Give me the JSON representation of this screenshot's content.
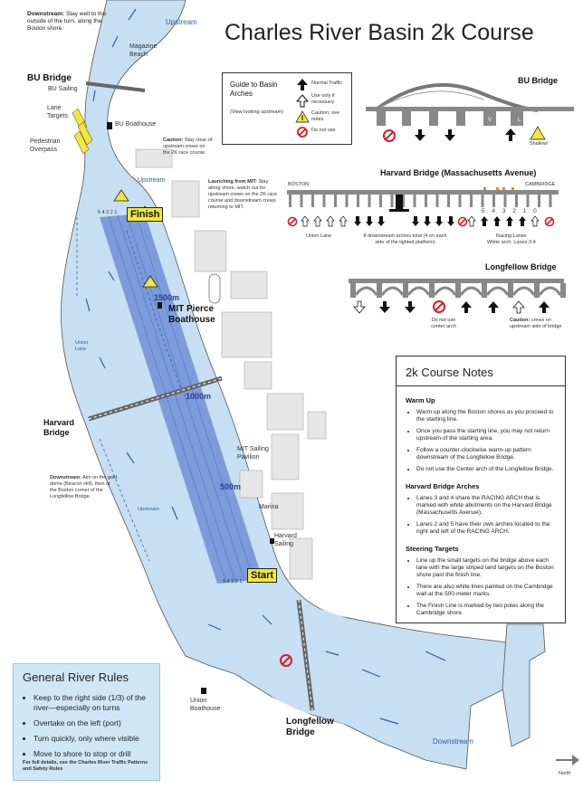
{
  "title": "Charles River Basin 2k Course",
  "map": {
    "labels": {
      "downstream_top_head": "Downstream:",
      "downstream_top_body": "Stay well to the outside of the turn, along the Boston shore.",
      "upstream_top": "Upstream",
      "magazine_beach": "Magazine Beach",
      "bu_bridge": "BU Bridge",
      "bu_sailing": "BU Sailing",
      "lane_targets": "Lane Targets",
      "bu_boathouse": "BU Boathouse",
      "pedestrian_overpass": "Pedestrian Overpass",
      "caution1_head": "Caution:",
      "caution1_body": "Stay clear of upstream crews on the 2K race course.",
      "upstream_mid": "Upstream",
      "launching_head": "Launching from MIT:",
      "launching_body": "Stay along shore, watch out for upstream crews on the 2K race course and downstream crews returning to MIT.",
      "finish": "Finish",
      "m1500": "1500m",
      "mit_pierce": "MIT Pierce Boathouse",
      "union_lane": "Union Lane",
      "m1000": "1000m",
      "harvard_bridge": "Harvard Bridge",
      "mit_sailing": "MIT Sailing Pavilion",
      "m500": "500m",
      "downstream_mid_head": "Downstream:",
      "downstream_mid_body": "Aim on the gold dome (Beacon Hill), then at the Boston corner of the Longfellow Bridge.",
      "upstream_low": "Upstream",
      "marina": "Marina",
      "harvard_sailing": "Harvard Sailing",
      "start": "Start",
      "lane_nums": "5 4 3 2 1",
      "union_boathouse": "Union Boathouse",
      "longfellow_bridge": "Longfellow Bridge",
      "downstream_bottom": "Downstream",
      "north": "North"
    }
  },
  "guide": {
    "title": "Guide to Basin Arches",
    "subtitle": "(View looking upstream)",
    "items": [
      "Normal Traffic",
      "Use only if necessary",
      "Caution; see notes",
      "Do not use"
    ]
  },
  "bridges": {
    "bu": {
      "title": "BU Bridge",
      "shallow": "Shallow!",
      "v": "V",
      "l": "L"
    },
    "harvard": {
      "title": "Harvard Bridge (Massachusetts Avenue)",
      "boston": "BOSTON",
      "cambridge": "CAMBRIDGE",
      "union_lane": "Union Lane",
      "downstream_note": "8 downstream arches total (4 on each side of the lighted platform)",
      "racing_lanes": "Racing Lanes",
      "white_arch": "White arch: Lanes 3-4",
      "lane_numbers": "5 4 3 2 1 0"
    },
    "longfellow": {
      "title": "Longfellow Bridge",
      "center_note": "Do not use center arch",
      "caution_head": "Caution:",
      "caution_body": "crews on upstream side of bridge"
    }
  },
  "notes": {
    "title": "2k Course Notes",
    "sections": [
      {
        "heading": "Warm Up",
        "items": [
          "Warm up along the Boston shores as you proceed to the starting line.",
          "Once you pass the starting line, you may not return upstream of the starting area.",
          "Follow a counter-clockwise warm-up pattern downstream of the Longfellow Bridge.",
          "Do not use the Center arch of the Longfellow Bridge."
        ]
      },
      {
        "heading": "Harvard Bridge Arches",
        "items": [
          "Lanes 3 and 4 share the RACING ARCH that is marked with white abutments on the Harvard Bridge (Massachusetts Avenue).",
          "Lanes 2 and 5 have their own arches located to the right and left of the RACING ARCH."
        ]
      },
      {
        "heading": "Steering Targets",
        "items": [
          "Line up the small targets on the bridge above each lane with the large striped land targets on the Boston shore past the finish line.",
          "There are also white lines painted on the Cambridge wall at the 500-meter marks.",
          "The Finish Line is marked by two poles along the Cambridge shore."
        ]
      }
    ]
  },
  "rules": {
    "title": "General River Rules",
    "items": [
      "Keep to the right side (1/3) of the river—especially on turns",
      "Overtake on the left (port)",
      "Turn quickly, only where visible",
      "Move to shore to stop or drill"
    ],
    "footer": "For full details, see the Charles River Traffic Patterns and Safety Rules"
  },
  "colors": {
    "water": "#c7dff2",
    "course": "#6f8fd6",
    "warning": "#f4e63a",
    "donotuse": "#d21f26",
    "rules_bg": "#cfe7f5"
  }
}
